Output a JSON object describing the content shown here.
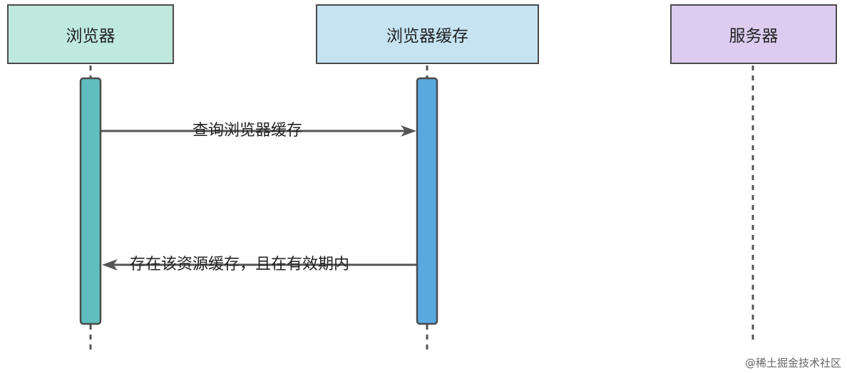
{
  "participants": [
    {
      "id": "browser",
      "label": "浏览器",
      "fill": "#bfe9dd"
    },
    {
      "id": "cache",
      "label": "浏览器缓存",
      "fill": "#c6e3f2"
    },
    {
      "id": "server",
      "label": "服务器",
      "fill": "#dccdf0"
    }
  ],
  "activation_colors": {
    "browser": "#5ebfbe",
    "cache": "#5aa8e0"
  },
  "messages": [
    {
      "from": "browser",
      "to": "cache",
      "label": "查询浏览器缓存"
    },
    {
      "from": "cache",
      "to": "browser",
      "label": "存在该资源缓存，且在有效期内"
    }
  ],
  "watermark": "@稀土掘金技术社区"
}
